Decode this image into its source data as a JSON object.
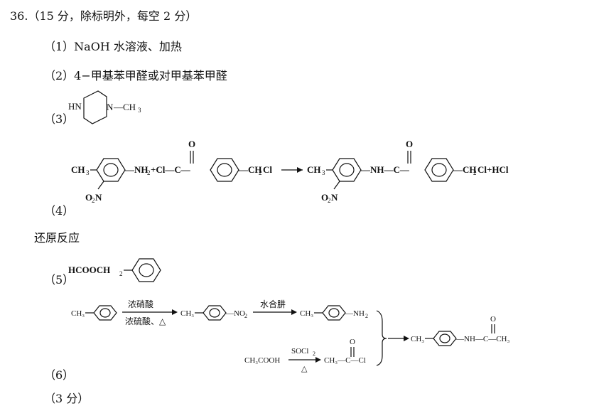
{
  "title": "36.（15 分，除标明外，每空 2 分）",
  "answers": {
    "q1": "（1）NaOH 水溶液、加热",
    "q2": "（2）4−甲基苯甲醛或对甲基苯甲醛",
    "q3_label": "（3）",
    "q4_label": "（4）",
    "q4_note": "还原反应",
    "q5_label": "（5）",
    "q6_label": "（6）",
    "cutoff": "（3 分）"
  },
  "chem": {
    "q3": {
      "hn": "HN",
      "n": "N",
      "ch3": "—CH",
      "sub3": "3"
    },
    "q4": {
      "ch3": "CH",
      "sub3": "3",
      "nh2": "—NH",
      "sub2": "2",
      "plus_cl": "+Cl—C—",
      "o": "O",
      "ch2cl": "—CH",
      "cl": "Cl",
      "no2": "O",
      "no2_n": "N",
      "sub2b": "2",
      "nh": "—NH—C—",
      "plus_hcl": "Cl+HCl"
    },
    "q5": {
      "formula": "HCOOCH",
      "sub2": "2"
    },
    "q6": {
      "reagent1_top": "浓硝酸",
      "reagent1_bottom": "浓硫酸、△",
      "reagent2_top": "水合肼",
      "socl2": "SOCl",
      "delta": "△",
      "ch3cooh": "CH₃COOH",
      "no2": "—NO",
      "nh2": "—NH",
      "acyl_cl": "CH₃—C—Cl",
      "product": "—NH—C—CH₃"
    }
  }
}
